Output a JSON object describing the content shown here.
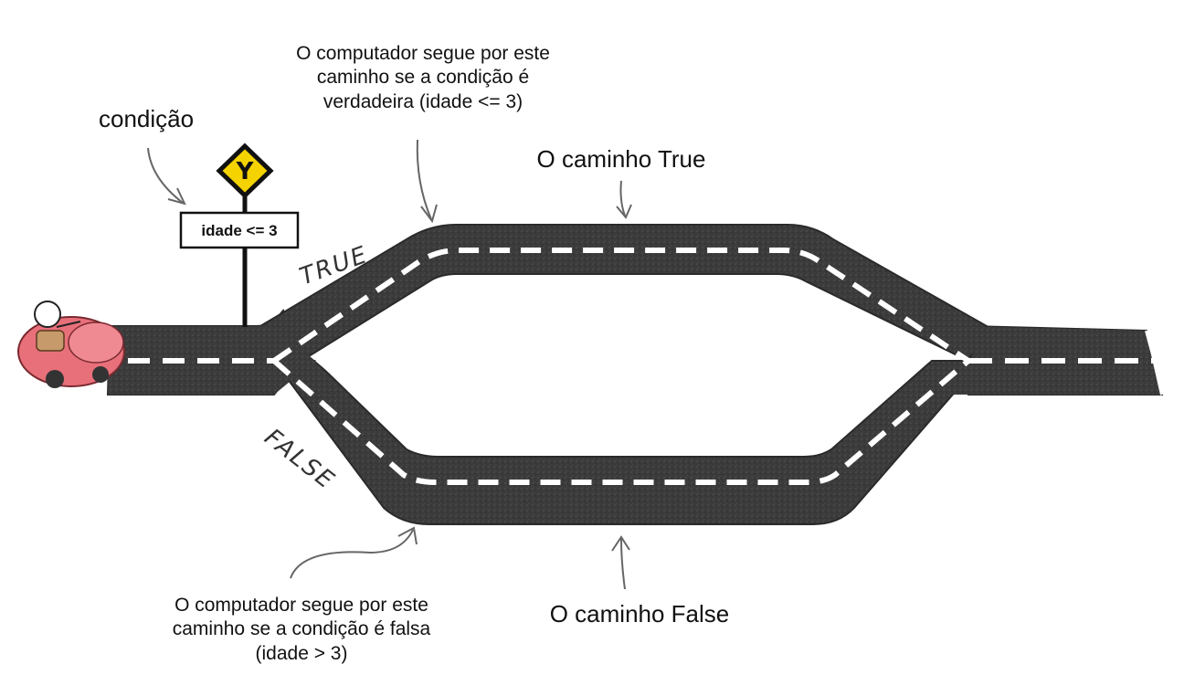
{
  "annotations": {
    "condition": "condição",
    "true_top": [
      "O computador segue por este",
      "caminho se a condição é",
      "verdadeira (idade <= 3)"
    ],
    "true_path": "O caminho True",
    "false_bottom": [
      "O computador segue por este",
      "caminho se a condição é falsa",
      "(idade > 3)"
    ],
    "false_path": "O caminho False"
  },
  "sign": {
    "text": "idade <= 3",
    "glyph": "Y"
  },
  "road_labels": {
    "true": "TRUE",
    "false": "FALSE"
  },
  "colors": {
    "road": "#3b3b3b",
    "road_edge": "#2a2a2a",
    "dash": "#ffffff",
    "sign_yellow": "#f5d300",
    "car": "#e8707a"
  },
  "icons": {
    "sign": "fork-road-sign-icon",
    "car": "car-with-driver-icon"
  }
}
